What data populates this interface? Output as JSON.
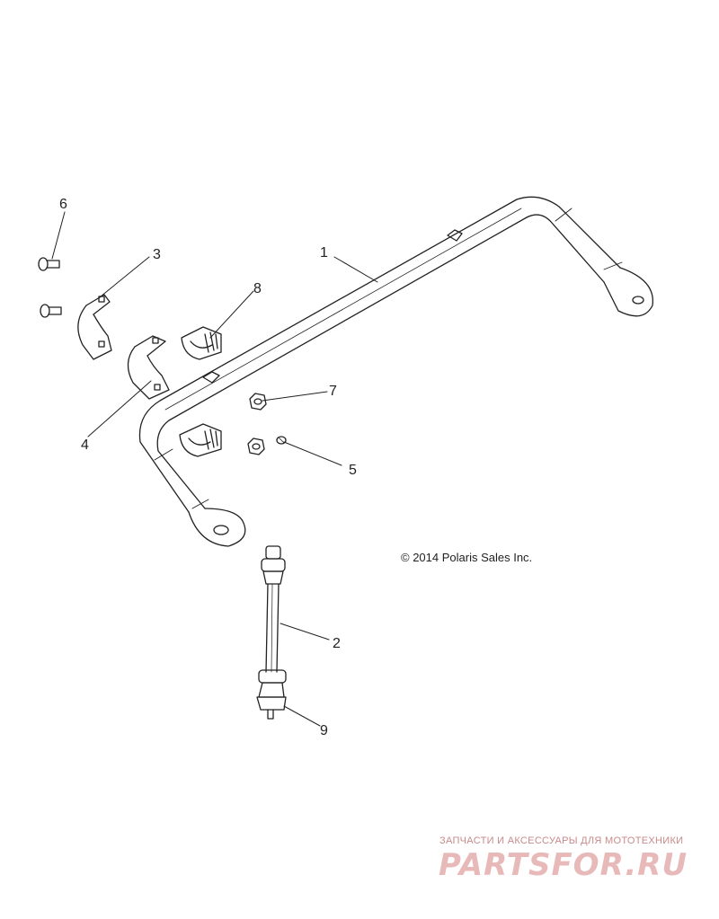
{
  "callouts": [
    {
      "id": "1",
      "label": "1"
    },
    {
      "id": "2",
      "label": "2"
    },
    {
      "id": "3",
      "label": "3"
    },
    {
      "id": "4",
      "label": "4"
    },
    {
      "id": "5",
      "label": "5"
    },
    {
      "id": "6",
      "label": "6"
    },
    {
      "id": "7",
      "label": "7"
    },
    {
      "id": "8",
      "label": "8"
    },
    {
      "id": "9",
      "label": "9"
    }
  ],
  "copyright": "© 2014 Polaris Sales Inc.",
  "watermark": {
    "subtitle": "ЗАПЧАСТИ И АКСЕССУАРЫ ДЛЯ МОТОТЕХНИКИ",
    "logo": "PARTSFOR.RU"
  },
  "colors": {
    "line": "#222222",
    "watermark": "#e3a9a9"
  }
}
